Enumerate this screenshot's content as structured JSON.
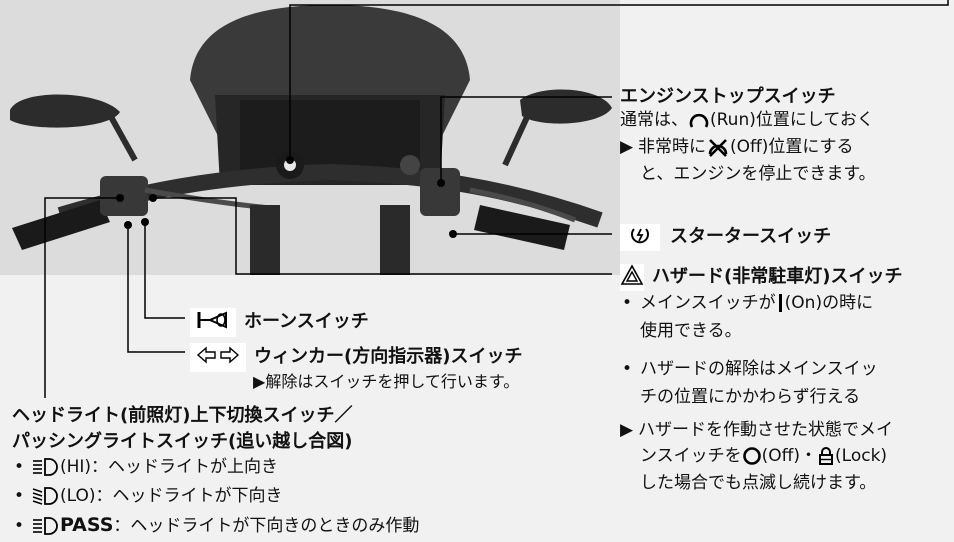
{
  "engine_stop": {
    "title": "エンジンストップスイッチ",
    "line1_pre": "通常は、",
    "line1_post": "(Run)位置にしておく",
    "line2_pre": "非常時に",
    "line2_post": "(Off)位置にする",
    "line3": "と、エンジンを停止できます。",
    "icons": [
      "run-icon",
      "off-icon"
    ]
  },
  "starter": {
    "title": "スタータースイッチ",
    "icon": "starter-icon"
  },
  "hazard": {
    "title": "ハザード(非常駐車灯)スイッチ",
    "icon": "hazard-triangle-icon",
    "b1_pre": "メインスイッチが",
    "b1_post": "(On)の時に",
    "b1_cont": "使用できる。",
    "b2_l1": "ハザードの解除はメインスイッ",
    "b2_l2": "チの位置にかかわらず行える",
    "n1_l1": "ハザードを作動させた状態でメイ",
    "n1_l2_pre": "ンスイッチを",
    "n1_l2_mid": "(Off)・",
    "n1_l2_post": "(Lock)",
    "n1_l3": "した場合でも点滅し続けます。"
  },
  "horn": {
    "title": "ホーンスイッチ",
    "icon": "horn-icon"
  },
  "winker": {
    "title": "ウィンカー(方向指示器)スイッチ",
    "note": "解除はスイッチを押して行います。",
    "icon": "turn-signal-icon"
  },
  "headlight": {
    "title_l1": "ヘッドライト(前照灯)上下切換スイッチ／",
    "title_l2": "パッシングライトスイッチ(追い越し合図)",
    "hi": "(HI)：ヘッドライトが上向き",
    "lo": "(LO)：ヘッドライトが下向き",
    "pass_label": "PASS",
    "pass": "：ヘッドライトが下向きのときのみ作動",
    "icons": [
      "high-beam-icon",
      "low-beam-icon",
      "passing-icon"
    ]
  },
  "colors": {
    "background": "#f1f1f1",
    "bike_dark": "#2a2a2a",
    "text": "#111111"
  }
}
